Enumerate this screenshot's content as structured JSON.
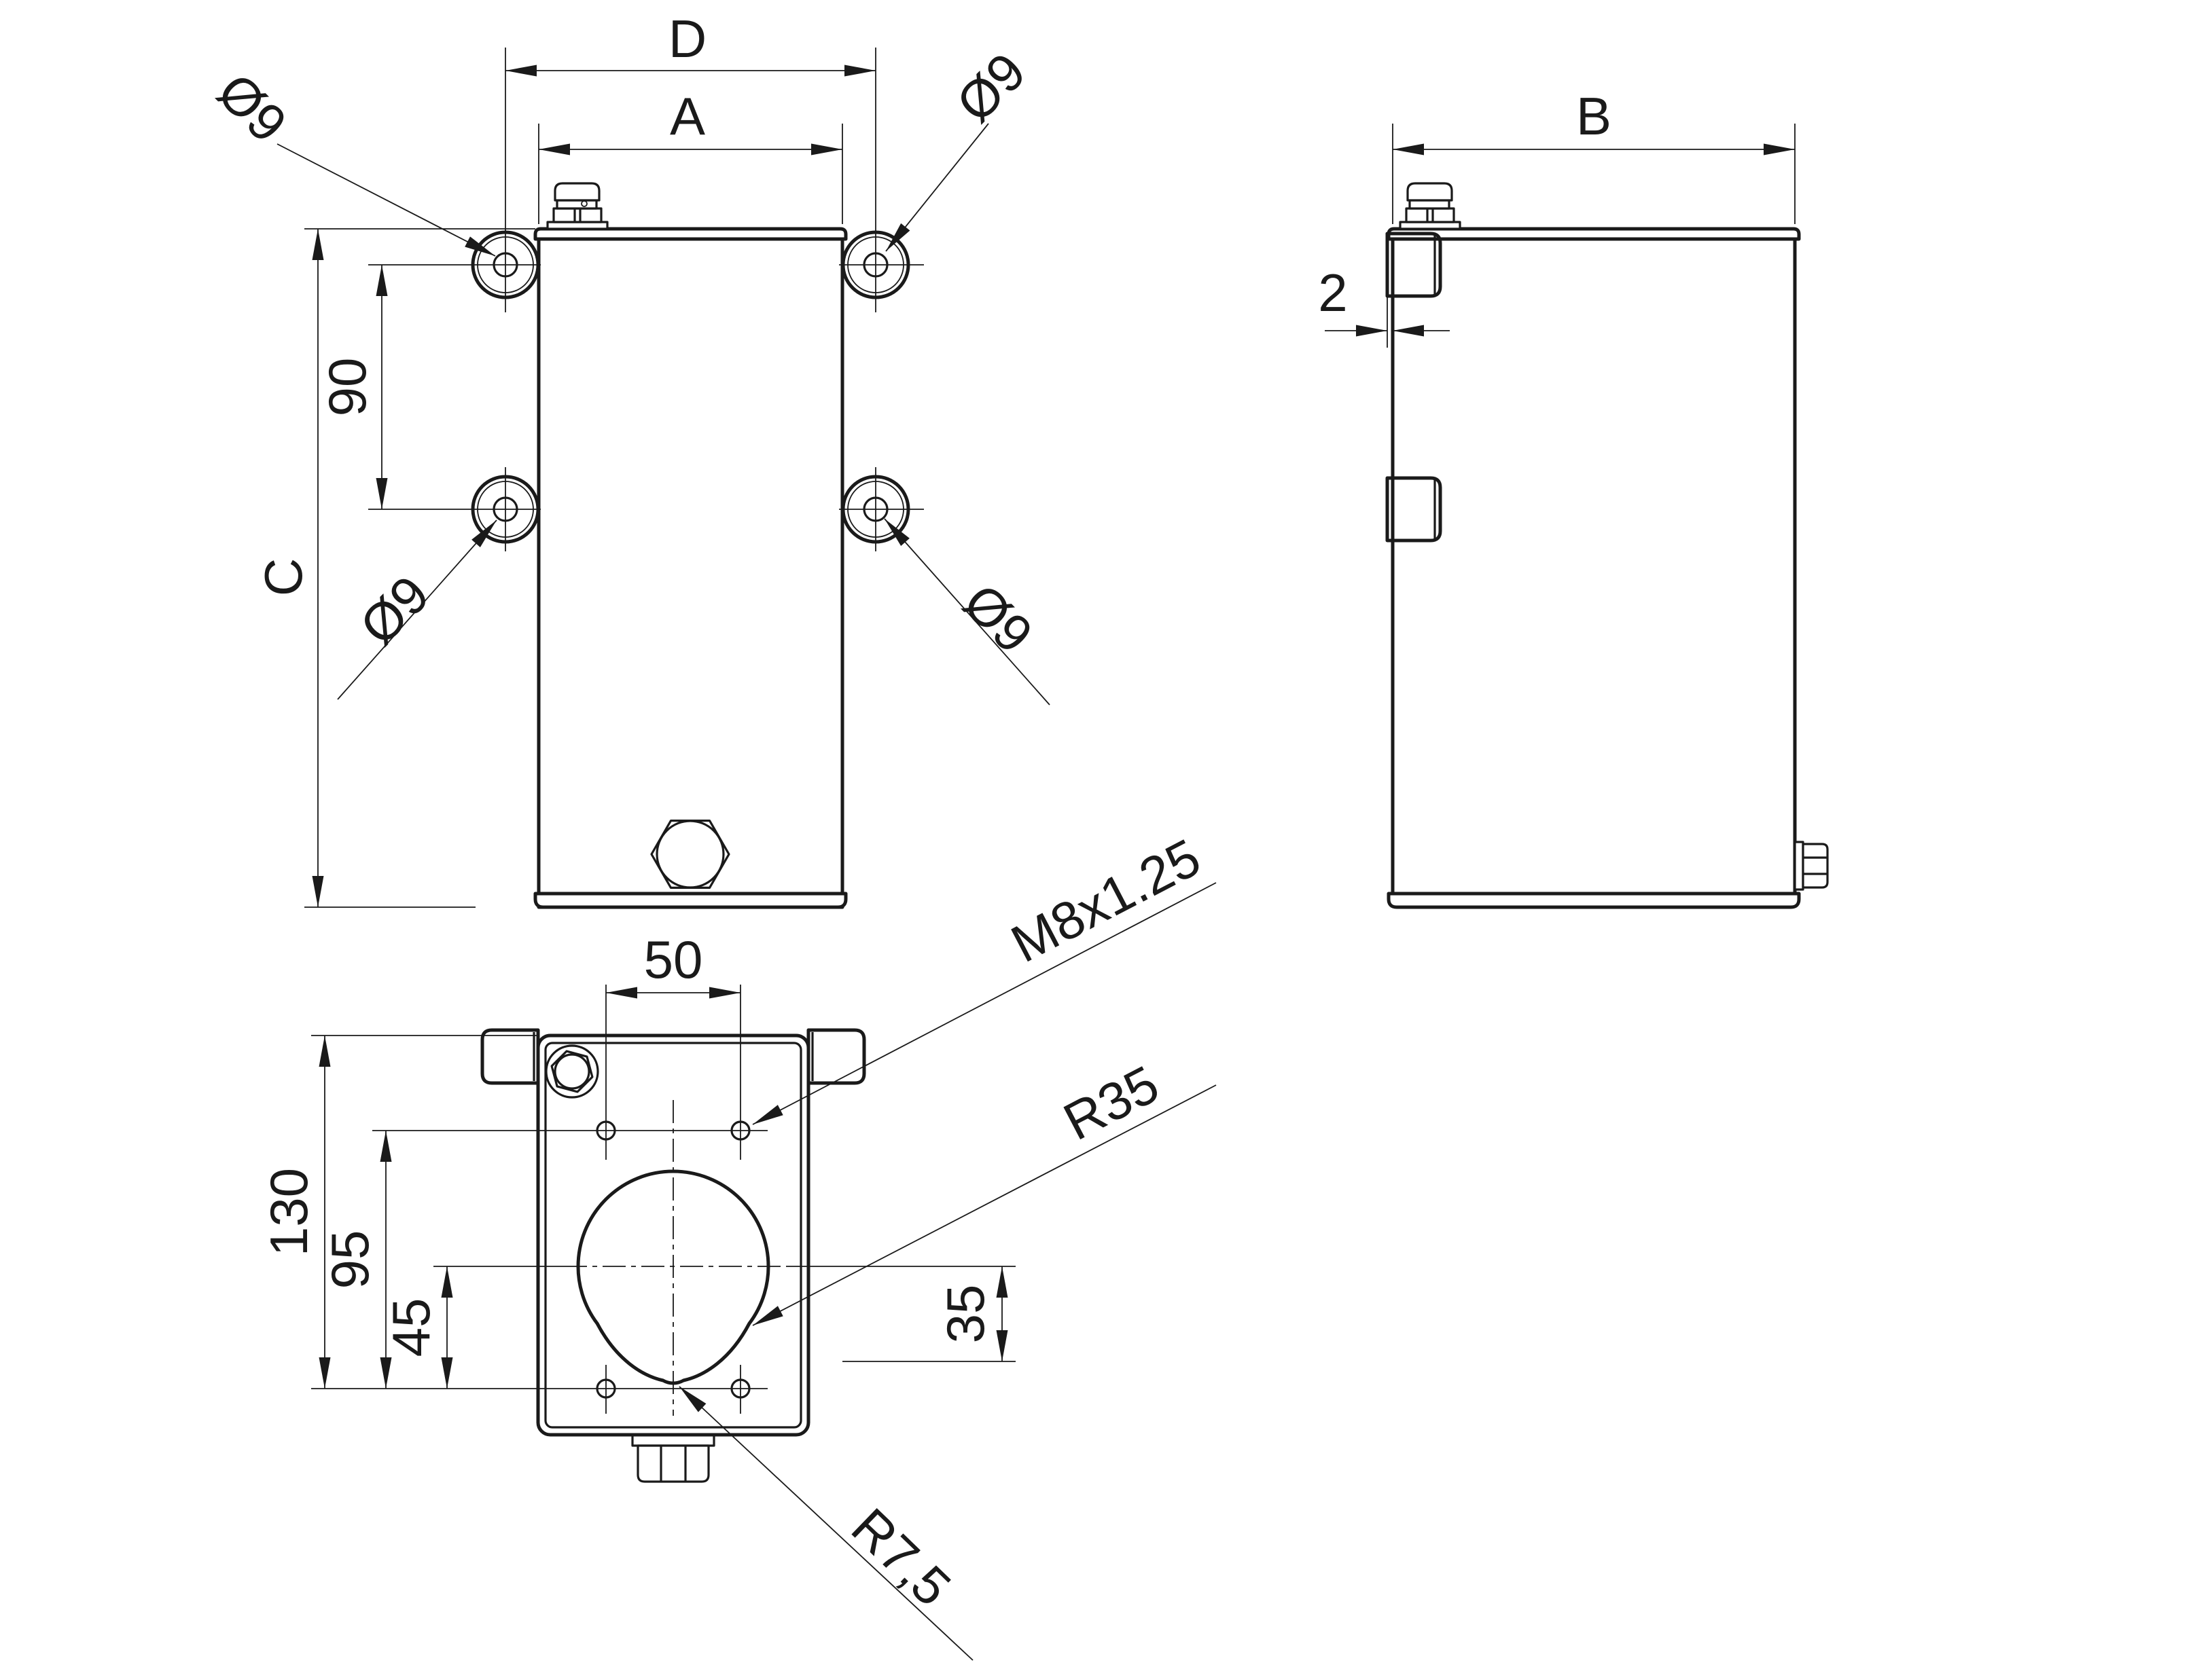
{
  "drawing": {
    "type": "engineering-drawing",
    "description": "Three-view dimensioned CAD drawing of a rectangular tank with filler cap, mounting ears and teardrop-shaped mounting plate cutout",
    "colors": {
      "line": "#1a1a1a",
      "background": "#ffffff"
    },
    "front_view": {
      "dim_overall_ears": "D",
      "dim_body_width": "A",
      "dim_body_height": "C",
      "dim_ear_spacing": "90",
      "hole_label_top_left": "Ø9",
      "hole_label_top_right": "Ø9",
      "hole_label_bottom_left": "Ø9",
      "hole_label_bottom_right": "Ø9"
    },
    "side_view": {
      "dim_depth": "B",
      "dim_ear_offset": "2"
    },
    "plan_view": {
      "dim_hole_pitch_x": "50",
      "dim_plate_height": "130",
      "dim_hole_pitch_y": "95",
      "dim_center_to_row": "45",
      "dim_center_to_tangent": "35",
      "thread_label": "M8x1.25",
      "cutout_radius_label": "R35",
      "tip_radius_label": "R7,5"
    }
  }
}
